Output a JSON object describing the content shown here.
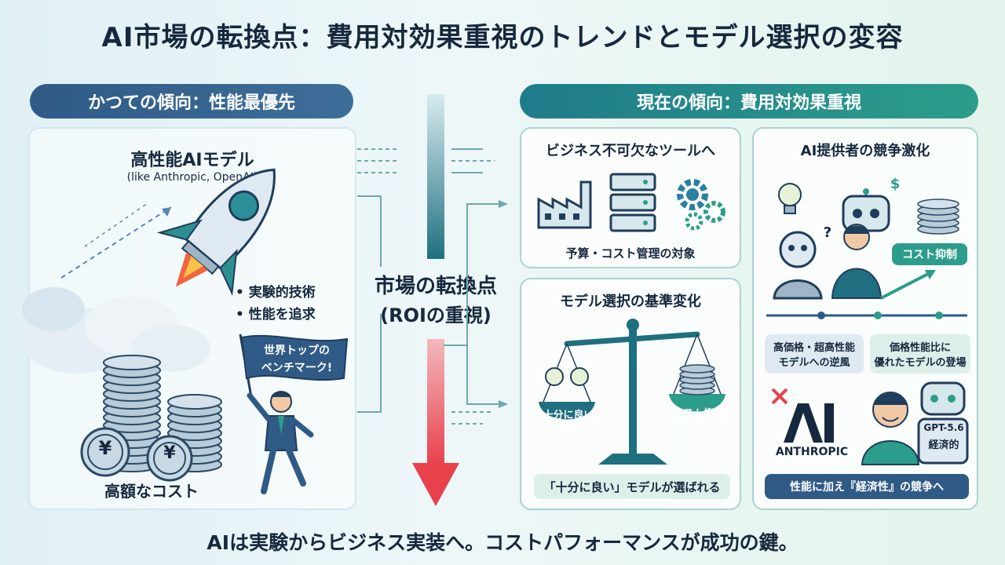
{
  "title": "AI市場の転換点：費用対効果重視のトレンドとモデル選択の変容",
  "footer": "AIは実験からビジネス実装へ。コストパフォーマンスが成功の鍵。",
  "left": {
    "banner": "かつての傾向：性能最優先",
    "model_title": "高性能AIモデル",
    "model_sub": "(like Anthropic, OpenAI)",
    "bullet1": "• 実験的技術",
    "bullet2": "• 性能を追求",
    "flag_line1": "世界トップの",
    "flag_line2": "ベンチマーク!",
    "cost_label": "高額なコスト",
    "yen": "¥"
  },
  "center": {
    "line1": "市場の転換点",
    "line2": "(ROIの重視)"
  },
  "right": {
    "banner": "現在の傾向：費用対効果重視",
    "panel1": {
      "title": "ビジネス不可欠なツールへ",
      "caption": "予算・コスト管理の対象"
    },
    "panel2": {
      "title": "モデル選択の基準変化",
      "left_pan_line1": "十分に良い",
      "left_pan_line2": "性能",
      "right_pan": "コスト抑制",
      "caption": "「十分に良い」モデルが選ばれる"
    },
    "panel3": {
      "title": "AI提供者の競争激化",
      "cost_chip": "コスト抑制",
      "question": "?",
      "dollar": "$",
      "left_note_line1": "高価格・超高性能",
      "left_note_line2": "モデルへの逆風",
      "right_note_line1": "価格性能比に",
      "right_note_line2": "優れたモデルの登場",
      "logo_text": "ANTHROPIC",
      "gpt_line1": "GPT-5.6",
      "gpt_line2": "経済的",
      "caption": "性能に加え『経済性』の競争へ"
    }
  },
  "colors": {
    "navy": "#2f5a86",
    "teal": "#1f7b8a",
    "green": "#2c9d8a",
    "red": "#e8414b"
  }
}
